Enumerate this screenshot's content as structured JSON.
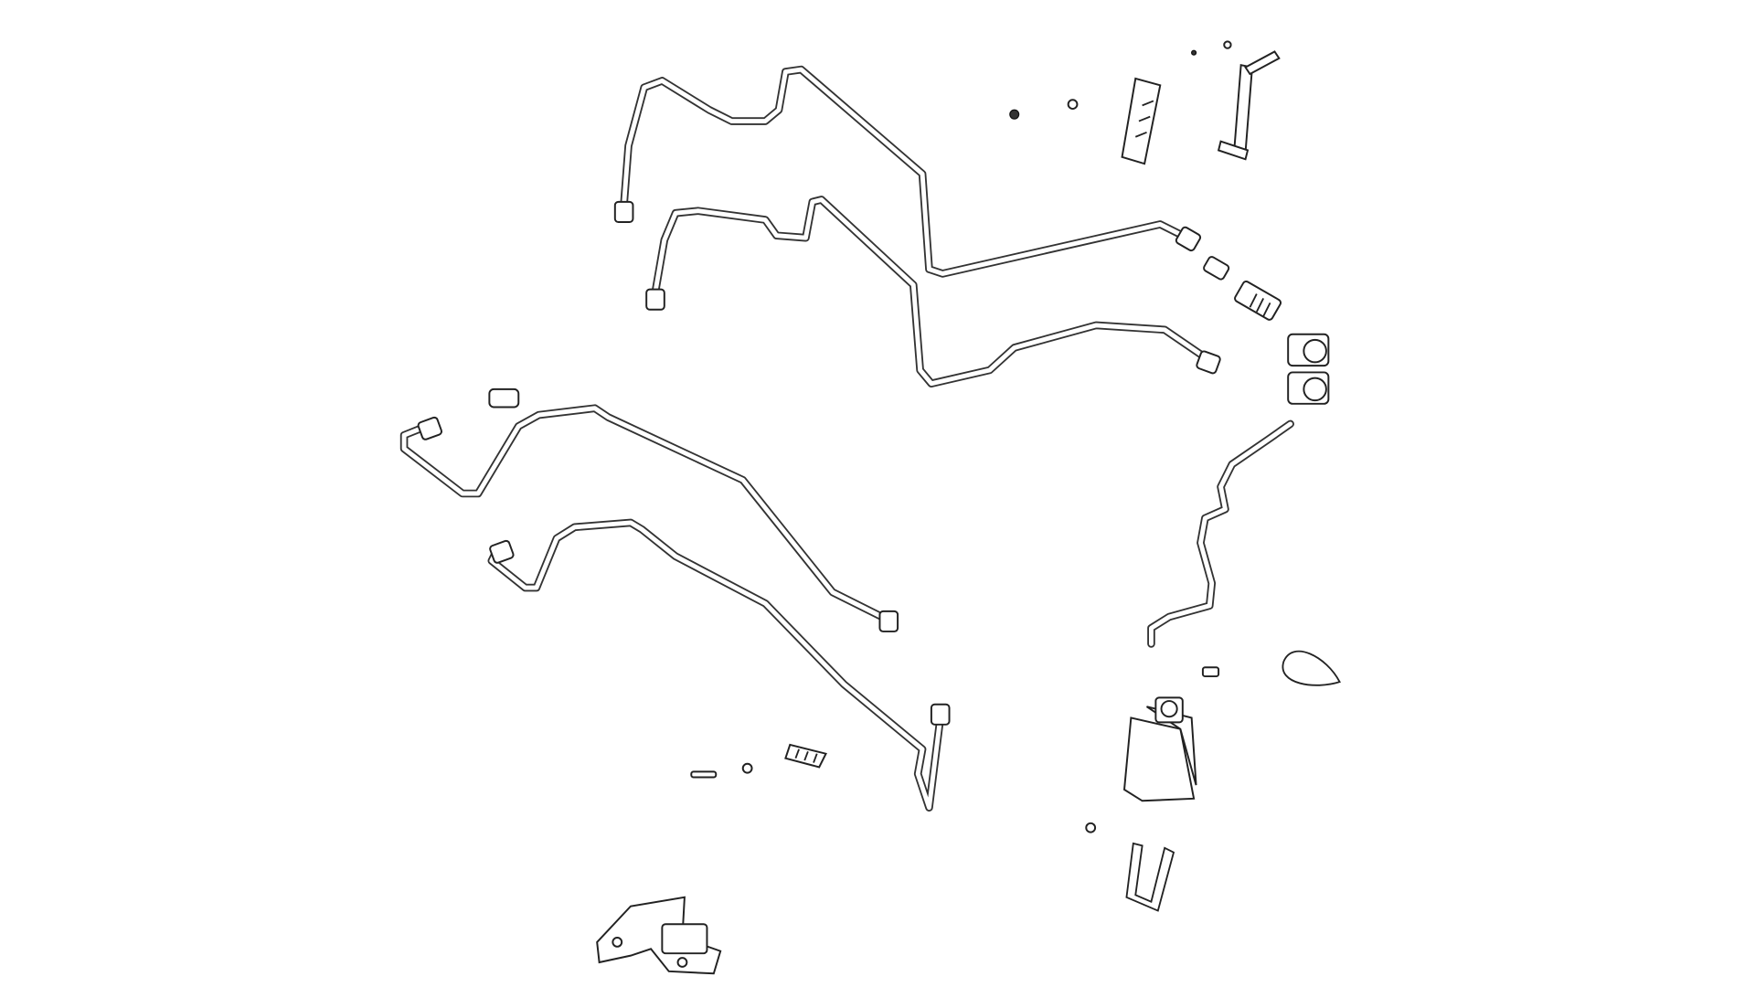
{
  "diagram": {
    "type": "exploded-parts-view",
    "colors": {
      "background": "#ffffff",
      "line": "#222222"
    },
    "parts": [
      "upper-tube-a",
      "upper-tube-b",
      "lower-tube-a",
      "lower-tube-b",
      "hose",
      "fitting-nut",
      "adapter-fitting",
      "coupler",
      "union-block",
      "nut-small",
      "washer",
      "clamp-block-upper",
      "bracket-upper",
      "clamp-block-lower",
      "screw",
      "washer-lower",
      "solenoid-valve",
      "hose-clamp",
      "retaining-clip",
      "mounting-bracket"
    ]
  }
}
